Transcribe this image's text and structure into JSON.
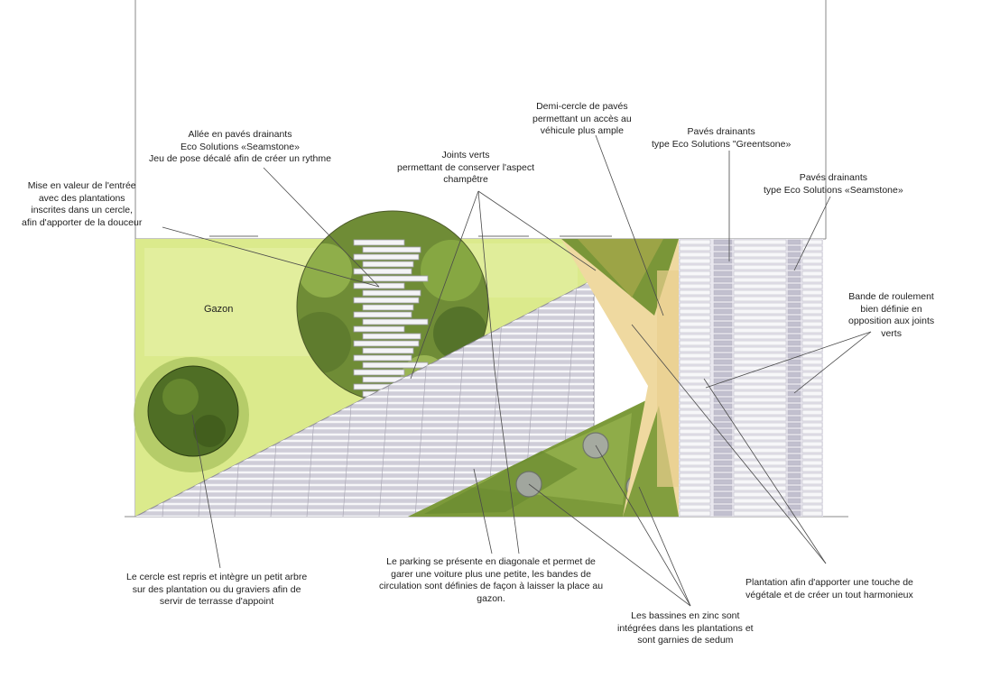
{
  "plan": {
    "colors": {
      "lawn": "#d9e98a",
      "lawn_light": "#e6f0a8",
      "paving": "#c9c7d2",
      "paving_joint": "#f4f4f6",
      "planting_dark": "#5f7c2e",
      "planting_mid": "#8fae4a",
      "olive": "#9a9a3c",
      "sand": "#efd9a0",
      "zinc": "#a9aab0",
      "leader": "#4a4a4a"
    },
    "label_gazon": "Gazon",
    "annotations": {
      "mise_en_valeur": [
        "Mise en valeur de l'entrée",
        "avec des plantations",
        "inscrites dans un cercle,",
        "afin d'apporter de la douceur"
      ],
      "allee": [
        "Allée en pavés drainants",
        "Eco Solutions «Seamstone»",
        "Jeu  de pose décalé afin de créer un rythme"
      ],
      "joints_verts": [
        "Joints verts",
        "permettant de conserver l'aspect",
        "champêtre"
      ],
      "demi_cercle": [
        "Demi-cercle de pavés",
        "permettant un accès au",
        "véhicule plus ample"
      ],
      "greentsone": [
        "Pavés drainants",
        "type Eco Solutions \"Greentsone»"
      ],
      "seamstone": [
        "Pavés drainants",
        "type Eco Solutions «Seamstone»"
      ],
      "bande_roulement": [
        "Bande de roulement",
        "bien définie en",
        "opposition aux joints",
        "verts"
      ],
      "cercle_arbre": [
        "Le cercle est repris et intègre un petit arbre",
        "sur des plantation ou du graviers afin de",
        "servir de terrasse d'appoint"
      ],
      "parking": [
        "Le parking se présente en diagonale et permet de",
        "garer une voiture plus une petite, les bandes de",
        "circulation sont définies de façon à laisser la place au",
        "gazon."
      ],
      "plantation": [
        "Plantation afin d'apporter une touche de",
        "végétale et de créer un tout harmonieux"
      ],
      "bassines": [
        "Les bassines en zinc sont",
        "intégrées dans les plantations et",
        "sont garnies de sedum"
      ]
    }
  }
}
